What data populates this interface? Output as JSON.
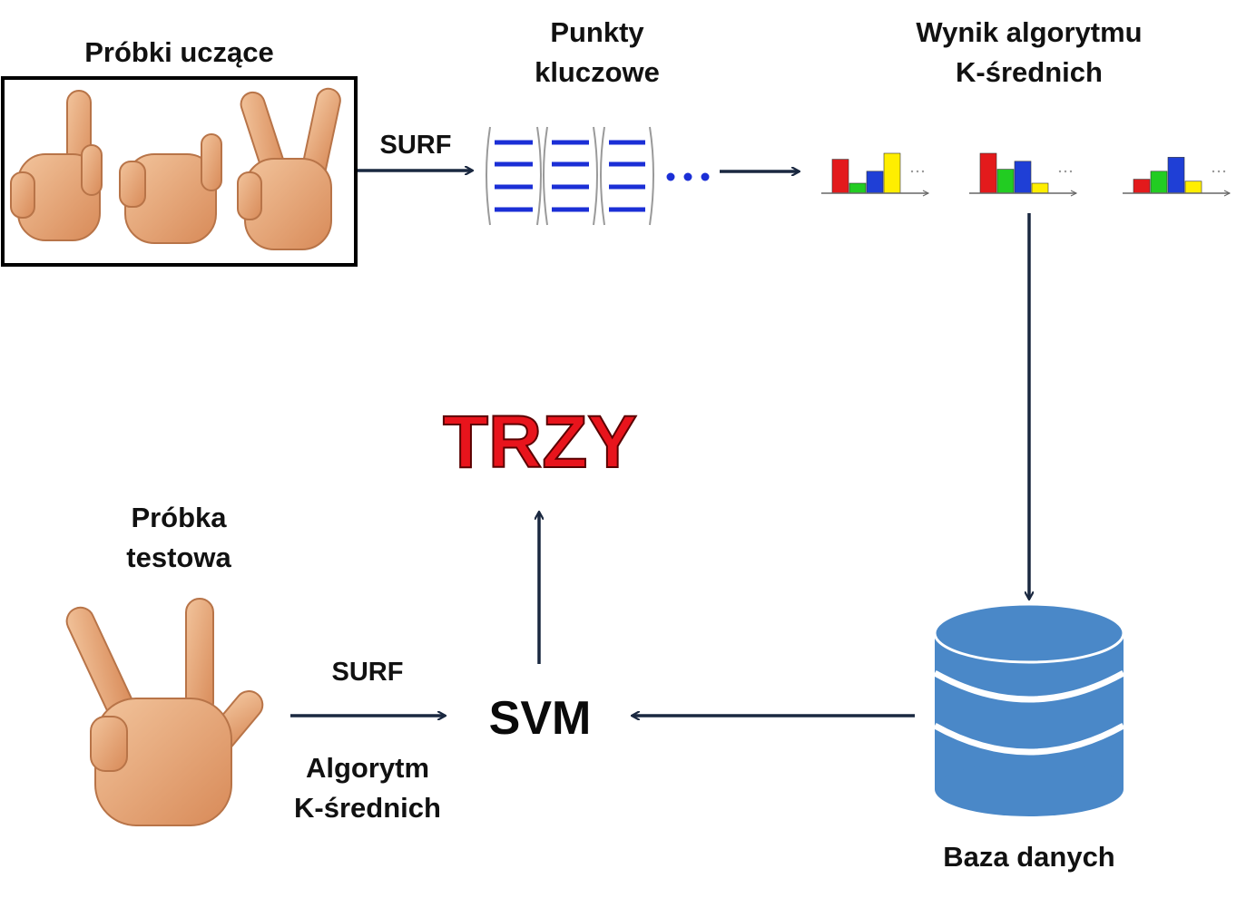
{
  "labels": {
    "training_samples": "Próbki uczące",
    "keypoints": "Punkty\nkluczowe",
    "kmeans_result": "Wynik algorytmu\nK-średnich",
    "surf_top": "SURF",
    "result": "TRZY",
    "test_sample": "Próbka\ntestowa",
    "surf_bottom": "SURF",
    "kmeans_bottom": "Algorytm\nK-średnich",
    "svm": "SVM",
    "database": "Baza danych"
  },
  "histograms": [
    {
      "values": [
        0.85,
        0.25,
        0.55,
        1.0
      ],
      "colors": [
        "#e31a1c",
        "#22cc22",
        "#1f3fd6",
        "#ffee00"
      ]
    },
    {
      "values": [
        1.0,
        0.6,
        0.8,
        0.25
      ],
      "colors": [
        "#e31a1c",
        "#22cc22",
        "#1f3fd6",
        "#ffee00"
      ]
    },
    {
      "values": [
        0.35,
        0.55,
        0.9,
        0.3
      ],
      "colors": [
        "#e31a1c",
        "#22cc22",
        "#1f3fd6",
        "#ffee00"
      ]
    }
  ],
  "colors": {
    "arrow": "#1a2840",
    "result": "#e8141c",
    "database": "#4a88c8",
    "feature_lines": "#1b2fd6",
    "skin": "#e9a878",
    "skin_shadow": "#c8845a"
  }
}
